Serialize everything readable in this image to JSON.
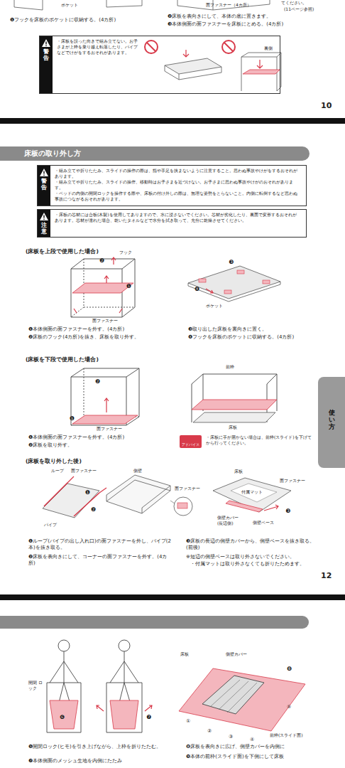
{
  "diagram": {
    "nodes": [
      {
        "text": [
          "警告",
          "・床板を誤った向きで組み立てない。お子さまが上枠を乗り越え転落したり、パイプなどでけがをするおそれがあります。"
        ]
      },
      {
        "text": [
          "床板の取り外し方"
        ]
      },
      {
        "text": [
          "警告",
          "・組み立てや折りたたみ、スライドの操作の際は、指や手足を挟まないように注意すること。思わぬ事故やけがをするおそれがあります。",
          "・組み立てや折りたたみ、スライドの操作、移動時はお子さまを近づけない。お子さまに思わぬ事故やけがのおそれがあります。",
          "・ベッドの内側の開閉ロックを操作する際や、床板の付け外しの際は、無理な姿勢をとらないこと。内側に転倒するなど思わぬ事故につながるおそれがあります。"
        ]
      },
      {
        "text": [
          "注意",
          "・床板の芯材には合板(木製)を使用してありますので、水に浸さないでください。芯材が劣化したり、裏面で変形するおそれがあります。芯材が濡れた場合、乾いたタオルなどで水分を拭き取って、充分に乾燥させてください。"
        ]
      },
      {
        "text": [
          "使い方"
        ]
      },
      {
        "text": [
          "アドバイス"
        ]
      }
    ],
    "labels": [
      "ポケット",
      "面ファスナー（4カ所）",
      "てください。",
      "(11ページ参照)",
      "❶フックを床板のポケットに収納する。(4カ所)",
      "❷床板を表向きにして、本体の底に置きます。",
      "❸本体側面の面ファスナーを床板にとめる。(4カ所)",
      "裏側",
      "10",
      "(床板を上段で使用した場合)",
      "フック",
      "❷",
      "❶",
      "面ファスナー",
      "❸",
      "❹",
      "ポケット",
      "❶本体側面の面ファスナーを外す。(4カ所)",
      "❷床板のフック(4カ所)を抜き、床板を取り外す。",
      "❸取り出した床板を裏向きに置く。",
      "❹フックを床板のポケットに収納する。(4カ所)",
      "(床板を下段で使用した場合)",
      "❷",
      "❶",
      "面ファスナー",
      "前枠",
      "床板",
      "❶本体側面の面ファスナーを外す。(4カ所)",
      "❷床板を取り外す。",
      "・床板に手が届かない場合は、前枠(スライド)を下げてから行ってください。",
      "(床板を取り外した後)",
      "ループ",
      "面ファスナー",
      "パイプ",
      "❶",
      "❷",
      "側壁",
      "面ファスナー",
      "床板",
      "面ファスナー",
      "付属マット",
      "❸",
      "側壁カバー (長辺側)",
      "側壁ベース",
      "❶ループ(パイプの出し入れ口)の面ファスナーを外し、パイプ(2本)を抜き取る。",
      "❷床板を表向きにして、コーナーの面ファスナーを外す。(4カ所)",
      "❸床板の長辺の側壁カバーから、側壁ベースを抜き取る。(前後)",
      "※短辺の側壁ベースは取り外さないでください。",
      "・付属マットは取り外さなくても折りたためます。",
      "12",
      "開閉 ロック",
      "❻",
      "❼",
      "床板",
      "側壁カバー",
      "❽",
      "①",
      "②",
      "③",
      "④",
      "⑤",
      "前枠(スライド面)",
      "❺開閉ロック(ヒモ)を引き上げながら、上枠を折りたたむ。",
      "❼本体側面のメッシュ生地を内側にたたみ",
      "❽床板を表向きに広げ、側壁カバーを内側に",
      "❾本体の前枠(スライド面)を下側にして床板"
    ]
  }
}
